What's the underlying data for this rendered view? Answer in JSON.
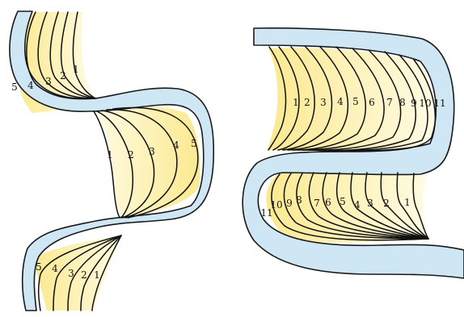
{
  "colors": {
    "channel": "#cfe6f5",
    "point_bar": "#fbe98f",
    "point_bar_light": "#fffbe4",
    "scroll_line": "#111111",
    "outline": "#1a1a1a"
  },
  "left_diagram": {
    "upper_bar_labels": [
      "5",
      "4",
      "3",
      "2",
      "1"
    ],
    "middle_bar_labels": [
      "1",
      "2",
      "3",
      "4",
      "5"
    ],
    "lower_bar_labels": [
      "5",
      "4",
      "3",
      "2",
      "1"
    ]
  },
  "right_diagram": {
    "upper_bar_labels": [
      "1",
      "2",
      "3",
      "4",
      "5",
      "6",
      "7",
      "8",
      "9",
      "10",
      "11"
    ],
    "lower_bar_labels": [
      "11",
      "10",
      "9",
      "8",
      "7",
      "6",
      "5",
      "4",
      "3",
      "2",
      "1"
    ]
  }
}
